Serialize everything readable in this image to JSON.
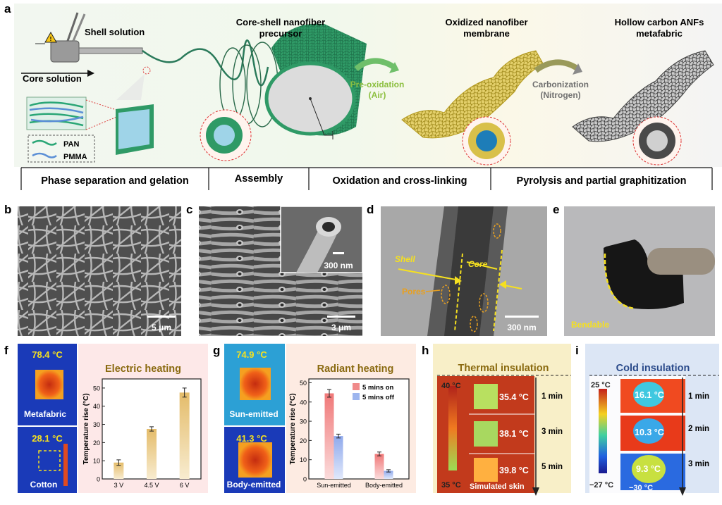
{
  "panel_a": {
    "letter": "a",
    "shell_solution": "Shell solution",
    "core_solution": "Core solution",
    "legend": {
      "pan": "PAN",
      "pmma": "PMMA"
    },
    "precursor_title_1": "Core-shell nanofiber",
    "precursor_title_2": "precursor",
    "preox_1": "Pre-oxidation",
    "preox_2": "(Air)",
    "oxidized_1": "Oxidized nanofiber",
    "oxidized_2": "membrane",
    "carb_1": "Carbonization",
    "carb_2": "(Nitrogen)",
    "hollow_1": "Hollow carbon ANFs",
    "hollow_2": "metafabric",
    "stages": [
      "Phase separation and gelation",
      "Assembly",
      "Oxidation and cross-linking",
      "Pyrolysis and partial graphitization"
    ],
    "colors": {
      "pan": "#2aa676",
      "pmma": "#5b8fd6",
      "preox_text": "#8cbf3f",
      "carb_text": "#707070"
    }
  },
  "panel_b": {
    "letter": "b",
    "scale": "5 μm"
  },
  "panel_c": {
    "letter": "c",
    "scale": "3 μm",
    "inset_scale": "300 nm"
  },
  "panel_d": {
    "letter": "d",
    "scale": "300 nm",
    "shell": "Shell",
    "core": "Core",
    "pores": "Pores"
  },
  "panel_e": {
    "letter": "e",
    "label": "Bendable"
  },
  "panel_f": {
    "letter": "f",
    "title": "Electric heating",
    "ir_top_temp": "78.4 °C",
    "ir_top_label": "Metafabric",
    "ir_bottom_temp": "28.1 °C",
    "ir_bottom_label": "Cotton"
  },
  "panel_g": {
    "letter": "g",
    "title": "Radiant heating",
    "ir_top_temp": "74.9 °C",
    "ir_top_label": "Sun-emitted",
    "ir_bottom_temp": "41.3 °C",
    "ir_bottom_label": "Body-emitted"
  },
  "panel_h": {
    "letter": "h",
    "title": "Thermal insulation",
    "scale_top": "40 °C",
    "scale_bottom": "35 °C",
    "temps": [
      "35.4 °C",
      "38.1 °C",
      "39.8 °C"
    ],
    "times": [
      "1 min",
      "3 min",
      "5 min"
    ],
    "label": "Simulated skin"
  },
  "panel_i": {
    "letter": "i",
    "title": "Cold insulation",
    "scale_top": "25 °C",
    "scale_bottom": "−27 °C",
    "temps": [
      "16.1 °C",
      "10.3 °C",
      "9.3 °C"
    ],
    "times": [
      "1 min",
      "2 min",
      "3 min"
    ],
    "label": "−30 °C"
  },
  "chart_data": [
    {
      "type": "bar",
      "title": "Electric heating",
      "categories": [
        "3 V",
        "4.5 V",
        "6 V"
      ],
      "values": [
        9,
        27.5,
        47.5
      ],
      "errors": [
        1.5,
        1.2,
        2.5
      ],
      "ylabel": "Temperature rise (°C)",
      "ylim": [
        0,
        55
      ],
      "yticks": [
        0,
        10,
        20,
        30,
        40,
        50
      ],
      "bar_color": "#e9c27a"
    },
    {
      "type": "bar",
      "title": "Radiant heating",
      "categories": [
        "Sun-emitted",
        "Body-emitted"
      ],
      "series": [
        {
          "name": "5 mins on",
          "values": [
            44.5,
            13
          ],
          "errors": [
            2,
            1
          ],
          "color": "#f08a8a"
        },
        {
          "name": "5 mins off",
          "values": [
            22.3,
            4.2
          ],
          "errors": [
            1,
            0.6
          ],
          "color": "#9db5ee"
        }
      ],
      "ylabel": "Temperature rise (°C)",
      "ylim": [
        0,
        52
      ],
      "yticks": [
        0,
        10,
        20,
        30,
        40,
        50
      ],
      "legend": "top-right"
    }
  ]
}
